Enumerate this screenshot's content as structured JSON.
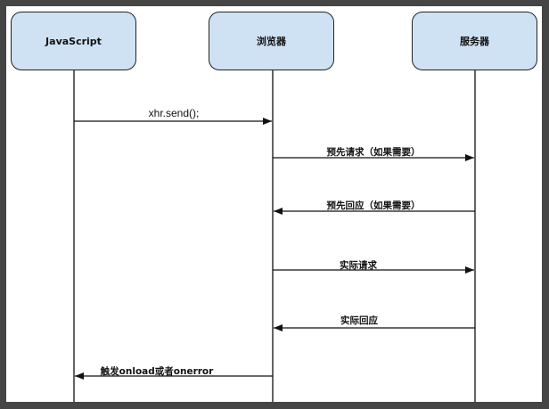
{
  "diagram": {
    "type": "sequence",
    "participants": [
      {
        "id": "js",
        "label": "JavaScript"
      },
      {
        "id": "browser",
        "label": "浏览器"
      },
      {
        "id": "server",
        "label": "服务器"
      }
    ],
    "messages": [
      {
        "from": "js",
        "to": "browser",
        "label": "xhr.send();"
      },
      {
        "from": "browser",
        "to": "server",
        "label": "预先请求（如果需要）"
      },
      {
        "from": "server",
        "to": "browser",
        "label": "预先回应（如果需要）"
      },
      {
        "from": "browser",
        "to": "server",
        "label": "实际请求"
      },
      {
        "from": "server",
        "to": "browser",
        "label": "实际回应"
      },
      {
        "from": "browser",
        "to": "js",
        "label": "触发onload或者onerror"
      }
    ],
    "colors": {
      "actor_fill": "#cfe2f3",
      "line": "#111111",
      "frame": "#454545"
    }
  }
}
